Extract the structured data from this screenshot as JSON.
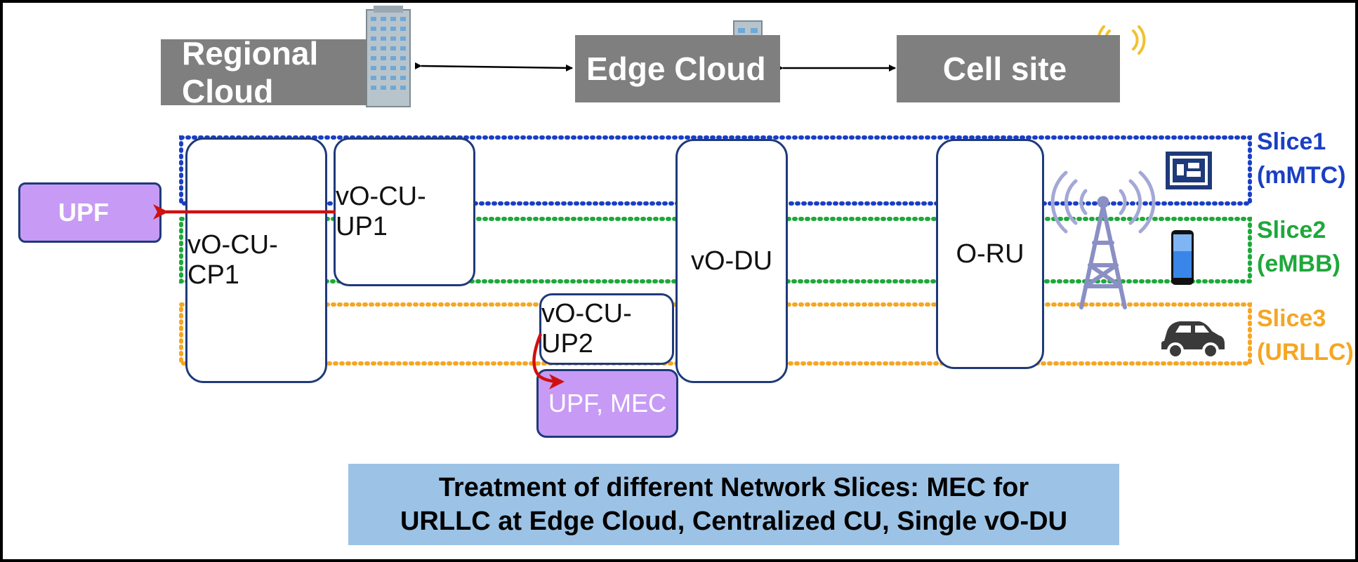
{
  "headers": {
    "regional": "Regional Cloud",
    "edge": "Edge Cloud",
    "cell": "Cell site"
  },
  "boxes": {
    "cu_cp1": "vO-CU-CP1",
    "cu_up1": "vO-CU-UP1",
    "cu_up2": "vO-CU-UP2",
    "du": "vO-DU",
    "ru": "O-RU",
    "upf_left": "UPF",
    "upf_mec": "UPF, MEC"
  },
  "slices": [
    {
      "name": "Slice1",
      "type": "(mMTC)",
      "color": "#1a3fc4"
    },
    {
      "name": "Slice2",
      "type": "(eMBB)",
      "color": "#1ea83a"
    },
    {
      "name": "Slice3",
      "type": "(URLLC)",
      "color": "#f5a623"
    }
  ],
  "colors": {
    "header_bg": "#7f7f7f",
    "box_border": "#1f3a7a",
    "upf_fill": "#c79bf5",
    "arrow_red": "#d01010",
    "caption_bg": "#9cc3e6"
  },
  "icons": [
    "building-icon",
    "cell-tower-icon",
    "iot-device-icon",
    "smartphone-icon",
    "car-icon"
  ],
  "caption": {
    "line1": "Treatment of different Network Slices: MEC for",
    "line2": "URLLC at Edge Cloud, Centralized CU, Single vO-DU"
  }
}
